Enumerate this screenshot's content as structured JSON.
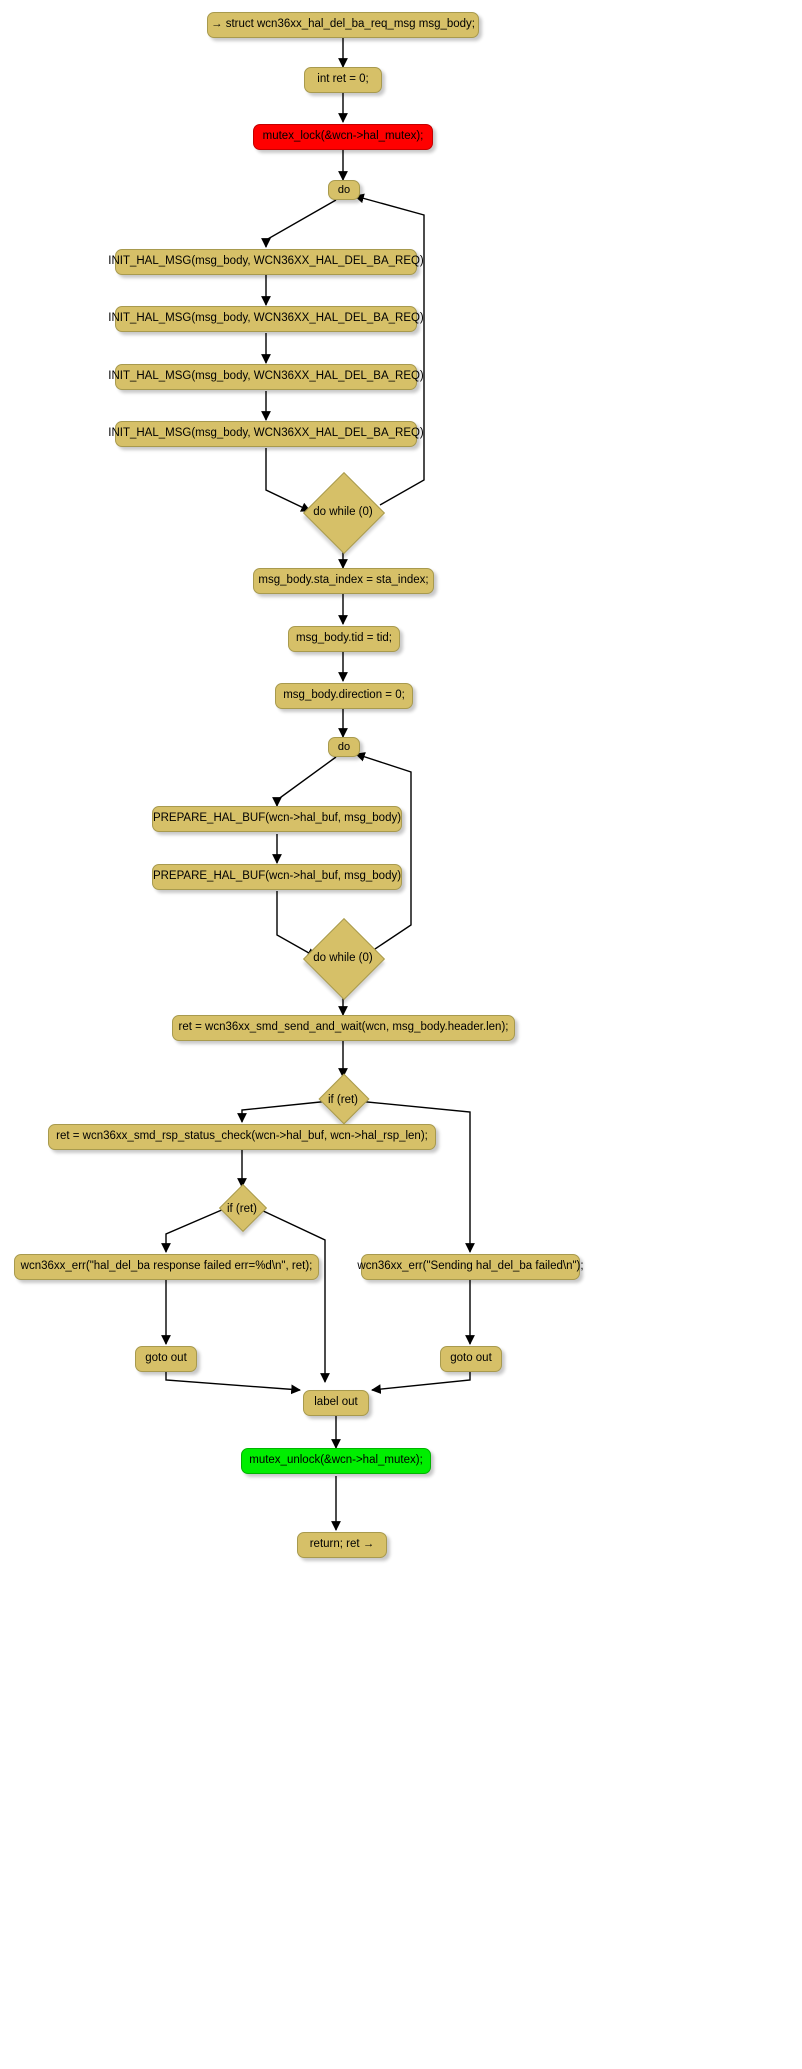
{
  "diagram": {
    "type": "control-flow-graph",
    "title": "wcn36xx_smd_del_ba control flow",
    "colors": {
      "node_fill": "#D6C068",
      "node_border": "#A89A4E",
      "lock_fill": "#FF0000",
      "unlock_fill": "#00EE00",
      "edge": "#000000",
      "background": "#FFFFFF"
    },
    "nodes": [
      {
        "id": "n1",
        "shape": "box",
        "label": "→ struct wcn36xx_hal_del_ba_req_msg msg_body;"
      },
      {
        "id": "n2",
        "shape": "box",
        "label": "int ret = 0;"
      },
      {
        "id": "n3",
        "shape": "box-red",
        "label": "mutex_lock(&wcn->hal_mutex);"
      },
      {
        "id": "n4",
        "shape": "box",
        "label": "do"
      },
      {
        "id": "n5",
        "shape": "box",
        "label": "INIT_HAL_MSG(msg_body, WCN36XX_HAL_DEL_BA_REQ)"
      },
      {
        "id": "n6",
        "shape": "box",
        "label": "INIT_HAL_MSG(msg_body, WCN36XX_HAL_DEL_BA_REQ)"
      },
      {
        "id": "n7",
        "shape": "box",
        "label": "INIT_HAL_MSG(msg_body, WCN36XX_HAL_DEL_BA_REQ)"
      },
      {
        "id": "n8",
        "shape": "box",
        "label": "INIT_HAL_MSG(msg_body, WCN36XX_HAL_DEL_BA_REQ)"
      },
      {
        "id": "n9",
        "shape": "diamond",
        "label": "do while (0)"
      },
      {
        "id": "n10",
        "shape": "box",
        "label": "msg_body.sta_index = sta_index;"
      },
      {
        "id": "n11",
        "shape": "box",
        "label": "msg_body.tid = tid;"
      },
      {
        "id": "n12",
        "shape": "box",
        "label": "msg_body.direction = 0;"
      },
      {
        "id": "n13",
        "shape": "box",
        "label": "do"
      },
      {
        "id": "n14",
        "shape": "box",
        "label": "PREPARE_HAL_BUF(wcn->hal_buf, msg_body)"
      },
      {
        "id": "n15",
        "shape": "box",
        "label": "PREPARE_HAL_BUF(wcn->hal_buf, msg_body)"
      },
      {
        "id": "n16",
        "shape": "diamond",
        "label": "do while (0)"
      },
      {
        "id": "n17",
        "shape": "box",
        "label": "ret = wcn36xx_smd_send_and_wait(wcn, msg_body.header.len);"
      },
      {
        "id": "n18",
        "shape": "diamond",
        "label": "if (ret)"
      },
      {
        "id": "n19",
        "shape": "box",
        "label": "ret = wcn36xx_smd_rsp_status_check(wcn->hal_buf, wcn->hal_rsp_len);"
      },
      {
        "id": "n20",
        "shape": "diamond",
        "label": "if (ret)"
      },
      {
        "id": "n21",
        "shape": "box",
        "label": "wcn36xx_err(\"hal_del_ba response failed err=%d\\n\", ret);"
      },
      {
        "id": "n22",
        "shape": "box",
        "label": "wcn36xx_err(\"Sending hal_del_ba failed\\n\");"
      },
      {
        "id": "n23",
        "shape": "box",
        "label": "goto out"
      },
      {
        "id": "n24",
        "shape": "box",
        "label": "goto out"
      },
      {
        "id": "n25",
        "shape": "box",
        "label": "label out"
      },
      {
        "id": "n26",
        "shape": "box-green",
        "label": "mutex_unlock(&wcn->hal_mutex);"
      },
      {
        "id": "n27",
        "shape": "box",
        "label": "return; ret →"
      }
    ],
    "edges": [
      {
        "from": "n1",
        "to": "n2"
      },
      {
        "from": "n2",
        "to": "n3"
      },
      {
        "from": "n3",
        "to": "n4"
      },
      {
        "from": "n4",
        "to": "n5"
      },
      {
        "from": "n5",
        "to": "n6"
      },
      {
        "from": "n6",
        "to": "n7"
      },
      {
        "from": "n7",
        "to": "n8"
      },
      {
        "from": "n8",
        "to": "n9"
      },
      {
        "from": "n9",
        "to": "n4",
        "kind": "loop-back"
      },
      {
        "from": "n9",
        "to": "n10"
      },
      {
        "from": "n10",
        "to": "n11"
      },
      {
        "from": "n11",
        "to": "n12"
      },
      {
        "from": "n12",
        "to": "n13"
      },
      {
        "from": "n13",
        "to": "n14"
      },
      {
        "from": "n14",
        "to": "n15"
      },
      {
        "from": "n15",
        "to": "n16"
      },
      {
        "from": "n16",
        "to": "n13",
        "kind": "loop-back"
      },
      {
        "from": "n16",
        "to": "n17"
      },
      {
        "from": "n17",
        "to": "n18"
      },
      {
        "from": "n18",
        "to": "n19",
        "branch": "true"
      },
      {
        "from": "n18",
        "to": "n22",
        "branch": "false"
      },
      {
        "from": "n19",
        "to": "n20"
      },
      {
        "from": "n20",
        "to": "n21",
        "branch": "true"
      },
      {
        "from": "n20",
        "to": "n25",
        "branch": "false"
      },
      {
        "from": "n21",
        "to": "n23"
      },
      {
        "from": "n22",
        "to": "n24"
      },
      {
        "from": "n23",
        "to": "n25"
      },
      {
        "from": "n24",
        "to": "n25"
      },
      {
        "from": "n25",
        "to": "n26"
      },
      {
        "from": "n26",
        "to": "n27"
      }
    ]
  }
}
